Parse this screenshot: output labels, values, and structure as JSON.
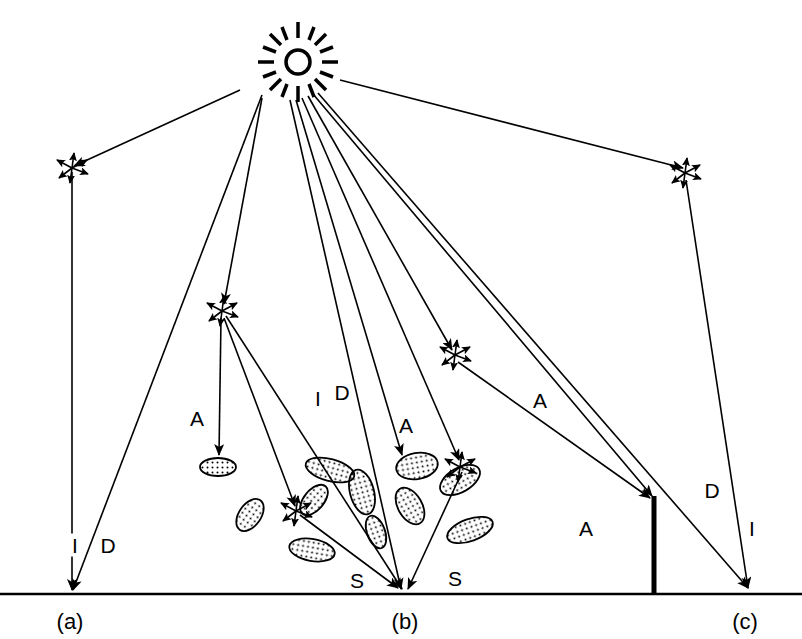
{
  "diagram": {
    "labels": [
      "D",
      "I",
      "A",
      "A",
      "A",
      "D",
      "A",
      "I",
      "I",
      "D",
      "S",
      "S",
      "(a)",
      "(b)",
      "(c)"
    ]
  }
}
